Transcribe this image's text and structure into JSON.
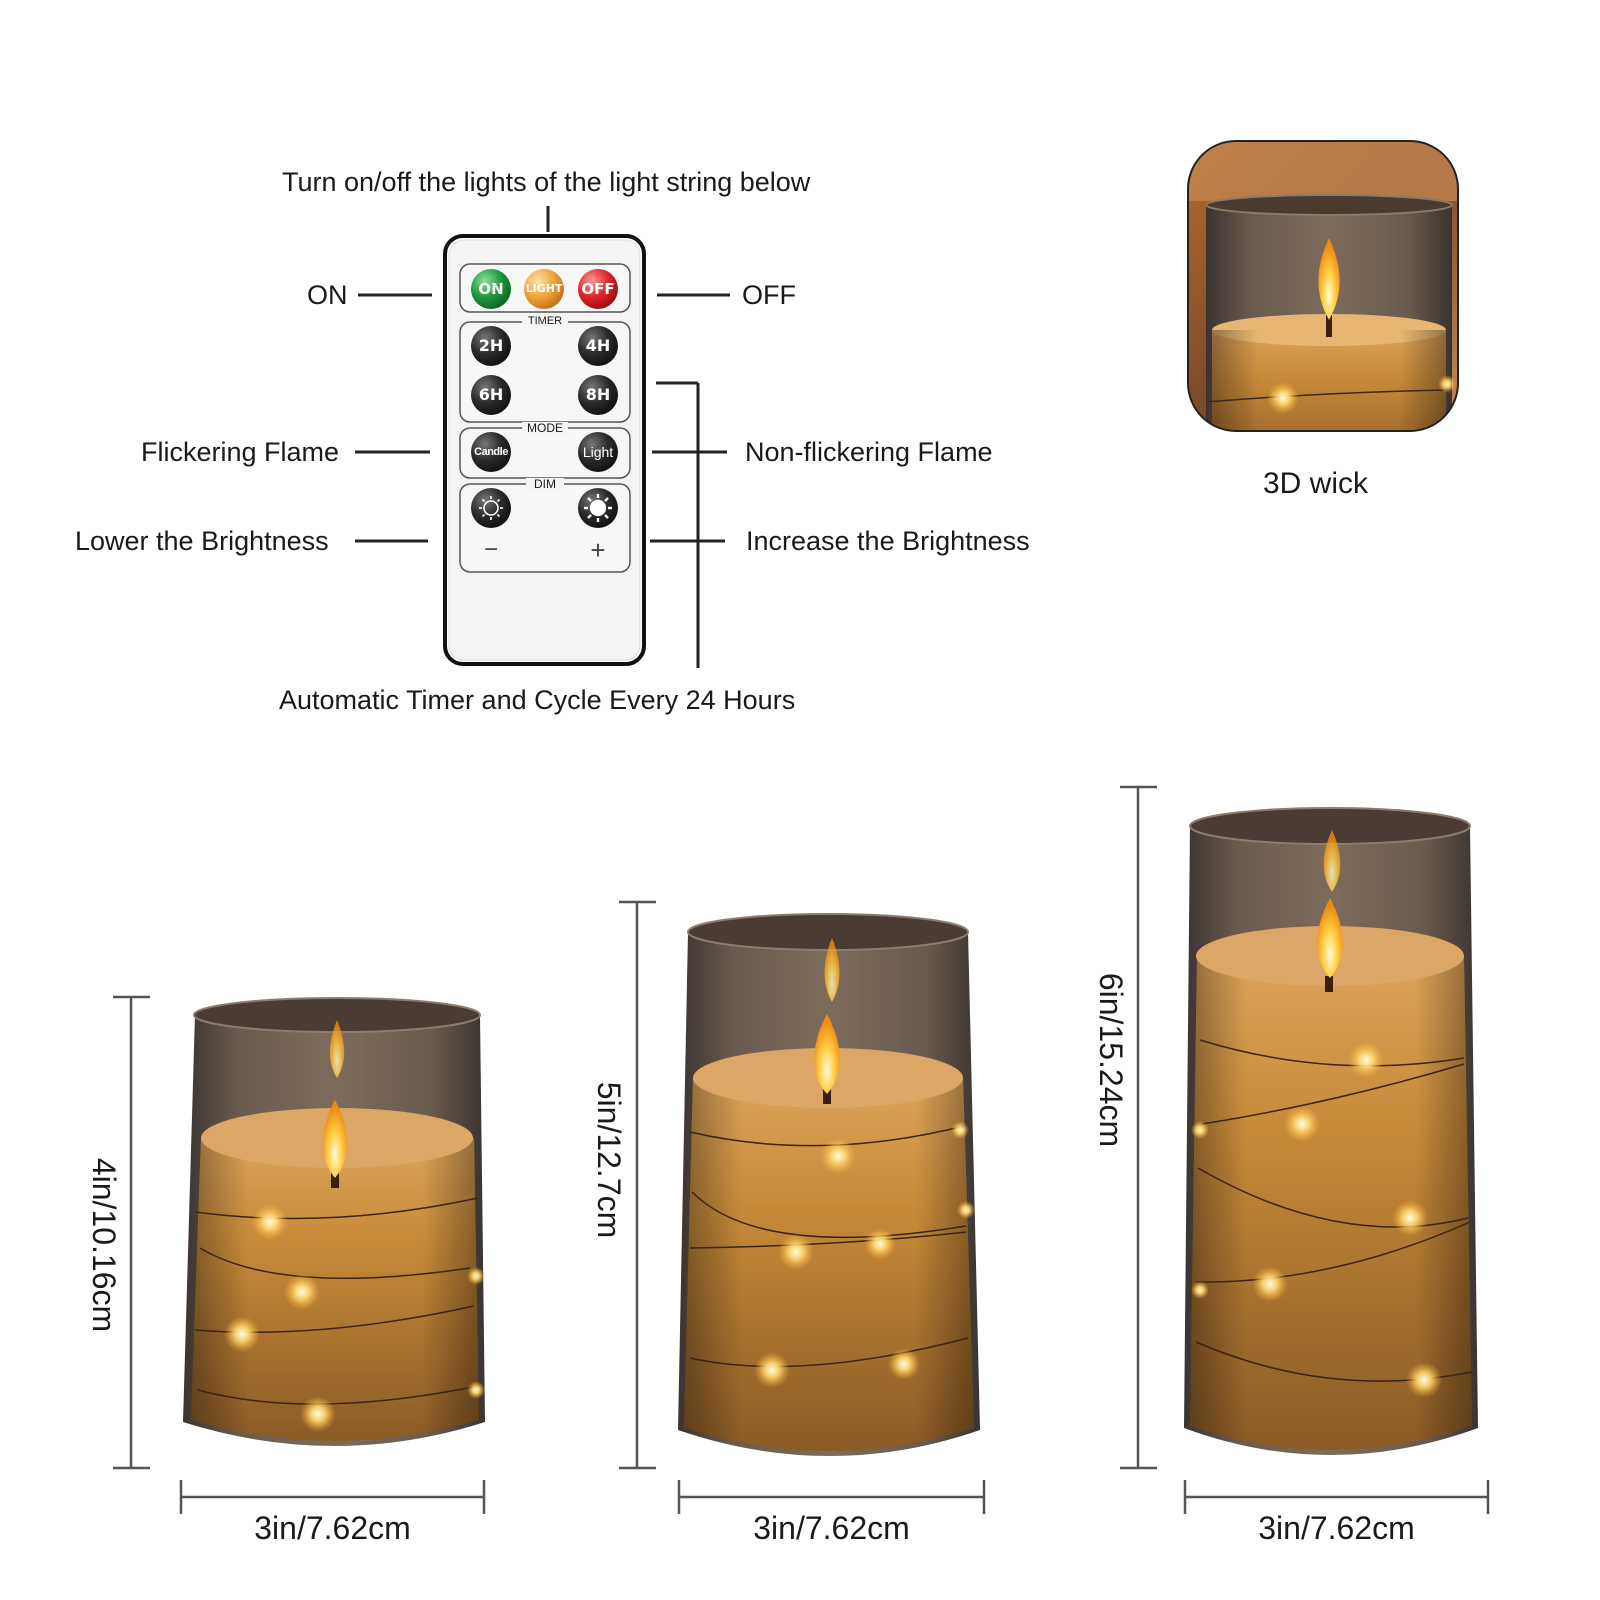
{
  "remote": {
    "caption_top": "Turn on/off the lights of the light string below",
    "caption_bottom": "Automatic Timer and Cycle Every 24 Hours",
    "label_on": "ON",
    "label_off": "OFF",
    "label_flicker": "Flickering Flame",
    "label_nonflicker": "Non-flickering Flame",
    "label_lower": "Lower the Brightness",
    "label_increase": "Increase the Brightness",
    "buttons": {
      "on": "ON",
      "light": "LIGHT",
      "off": "OFF",
      "timer_heading": "TIMER",
      "t2": "2H",
      "t4": "4H",
      "t6": "6H",
      "t8": "8H",
      "mode_heading": "MODE",
      "mode_candle": "Candle",
      "mode_light": "Light",
      "dim_heading": "DIM",
      "minus": "−",
      "plus": "+"
    },
    "colors": {
      "on": "#1f9a3c",
      "light": "#f0a43a",
      "off": "#e0262a",
      "dark": "#222222"
    }
  },
  "wick": {
    "caption": "3D wick"
  },
  "candles": [
    {
      "height": "4in/10.16cm",
      "width": "3in/7.62cm"
    },
    {
      "height": "5in/12.7cm",
      "width": "3in/7.62cm"
    },
    {
      "height": "6in/15.24cm",
      "width": "3in/7.62cm"
    }
  ]
}
